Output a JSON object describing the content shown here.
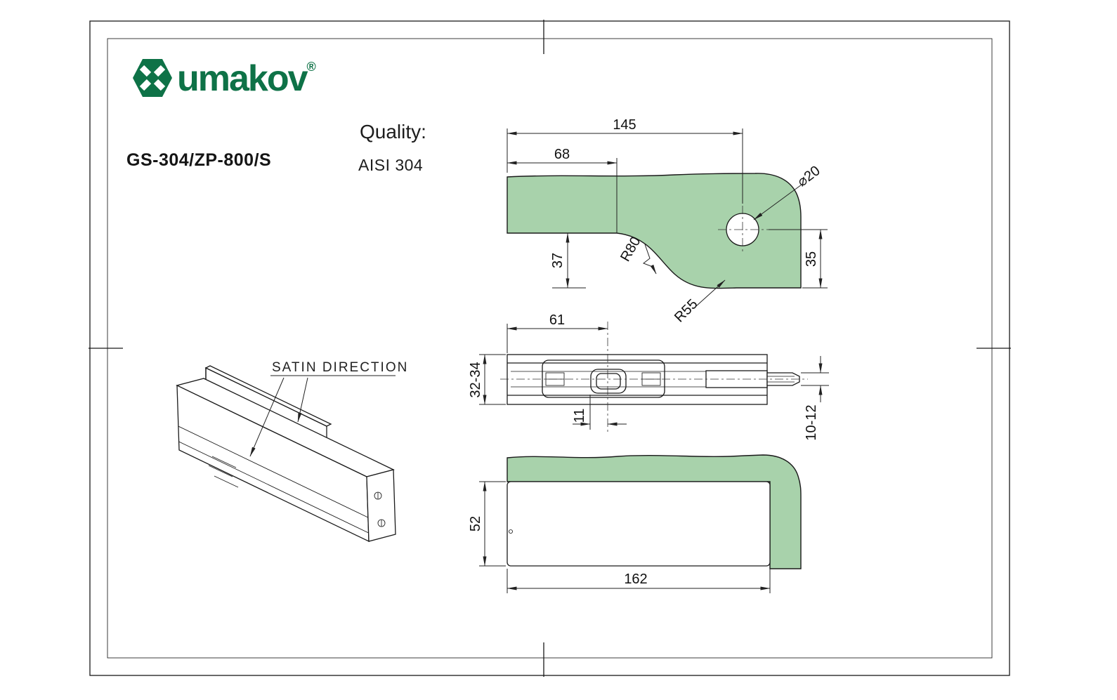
{
  "header": {
    "brand": "umakov",
    "registered": "®",
    "product_code": "GS-304/ZP-800/S",
    "quality_label": "Quality:",
    "quality_value": "AISI 304"
  },
  "iso_view": {
    "satin_label": "SATIN DIRECTION"
  },
  "top_view": {
    "width_total": "145",
    "width_to_curve": "68",
    "depth_cutout": "37",
    "hole_to_edge": "35",
    "radius_large": "R80",
    "radius_small": "R55",
    "hole_diameter": "⌀20"
  },
  "side_view": {
    "center_offset": "61",
    "body_thickness": "32-34",
    "pin_offset": "11",
    "pin_thickness": "10-12"
  },
  "front_view": {
    "height": "52",
    "length": "162"
  },
  "colors": {
    "glass": "#a8d2ab",
    "brand": "#0e7247",
    "line": "#1a1a1a"
  }
}
